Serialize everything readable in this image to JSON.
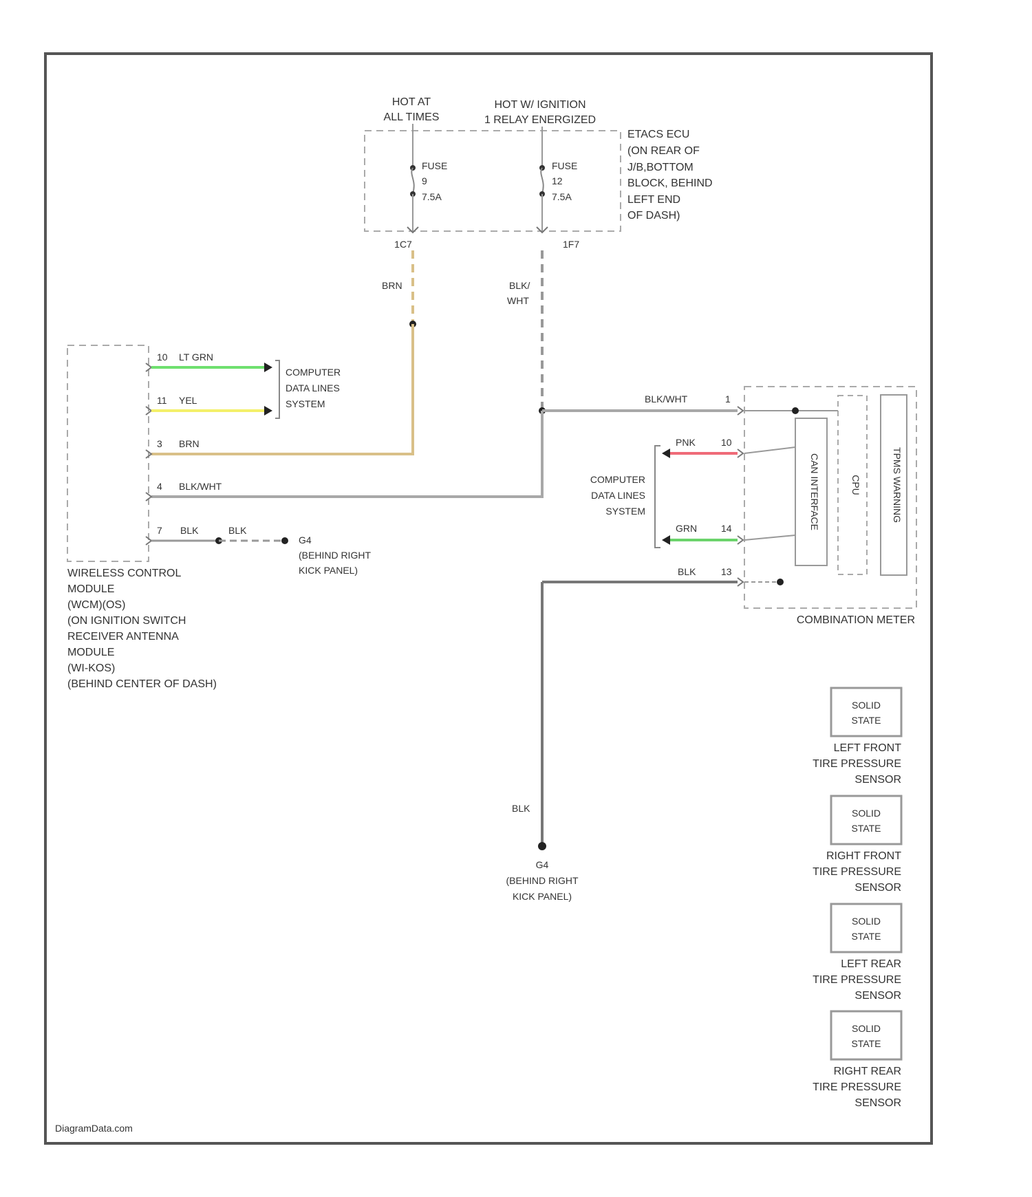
{
  "power": {
    "hot_at_all_times": [
      "HOT AT",
      "ALL TIMES"
    ],
    "hot_ign_relay": [
      "HOT W/ IGNITION",
      "1 RELAY ENERGIZED"
    ],
    "fuse_a": [
      "FUSE",
      "9",
      "7.5A"
    ],
    "fuse_b": [
      "FUSE",
      "12",
      "7.5A"
    ],
    "fuse_a_terminal": "1C7",
    "fuse_b_terminal": "1F7",
    "fuse_block_desc": [
      "ETACS ECU",
      "(ON REAR OF",
      "J/B,BOTTOM",
      "BLOCK, BEHIND",
      "LEFT END",
      "OF DASH)"
    ]
  },
  "wires": {
    "brn_vertical": "BRN",
    "blu_wht_vertical": [
      "BLK/",
      "WHT"
    ],
    "blk_wht_meter": "BLK/WHT",
    "blk_ground_vertical": "BLK"
  },
  "wcm": {
    "pins": [
      {
        "pin": "10",
        "color": "LT GRN"
      },
      {
        "pin": "11",
        "color": "YEL"
      },
      {
        "pin": "3",
        "color": "BRN"
      },
      {
        "pin": "4",
        "color": "BLK/WHT"
      },
      {
        "pin": "7",
        "color": "BLK"
      }
    ],
    "data_lines": [
      "COMPUTER",
      "DATA LINES",
      "SYSTEM"
    ],
    "ground_wire": "BLK",
    "ground_id": "G4",
    "ground_loc": [
      "(BEHIND RIGHT",
      "KICK PANEL)"
    ],
    "name_lines": [
      "WIRELESS CONTROL",
      "MODULE",
      "(WCM)(OS)",
      "(ON IGNITION SWITCH",
      "RECEIVER ANTENNA",
      "MODULE",
      "(WI-KOS)",
      "(BEHIND CENTER OF DASH)"
    ]
  },
  "meter": {
    "pin_power": "1",
    "pin_pnk": {
      "pin": "10",
      "color": "PNK"
    },
    "pin_grn": {
      "pin": "14",
      "color": "GRN"
    },
    "pin_blk": {
      "pin": "13",
      "color": "BLK"
    },
    "data_lines": [
      "COMPUTER",
      "DATA LINES",
      "SYSTEM"
    ],
    "inner_label_1": "CAN INTERFACE",
    "inner_label_2": "CPU",
    "inner_label_3": "TPMS WARNING",
    "name": "COMBINATION METER"
  },
  "ground_main": {
    "id": "G4",
    "loc": [
      "(BEHIND RIGHT",
      "KICK PANEL)"
    ]
  },
  "sensors": [
    {
      "state": [
        "SOLID",
        "STATE"
      ],
      "label": [
        "LEFT FRONT",
        "TIRE PRESSURE",
        "SENSOR"
      ]
    },
    {
      "state": [
        "SOLID",
        "STATE"
      ],
      "label": [
        "RIGHT FRONT",
        "TIRE PRESSURE",
        "SENSOR"
      ]
    },
    {
      "state": [
        "SOLID",
        "STATE"
      ],
      "label": [
        "LEFT REAR",
        "TIRE PRESSURE",
        "SENSOR"
      ]
    },
    {
      "state": [
        "SOLID",
        "STATE"
      ],
      "label": [
        "RIGHT REAR",
        "TIRE PRESSURE",
        "SENSOR"
      ]
    }
  ],
  "watermark": "DiagramData.com",
  "colors": {
    "frame": "#555555",
    "wire_gray": "#a8a8a8",
    "wire_dark": "#777777",
    "lt_grn": "#6fe06f",
    "yel": "#f4f06a",
    "brn": "#d9c088",
    "pnk": "#ef6b78",
    "grn": "#6bd36b",
    "dash": "#aaaaaa"
  }
}
